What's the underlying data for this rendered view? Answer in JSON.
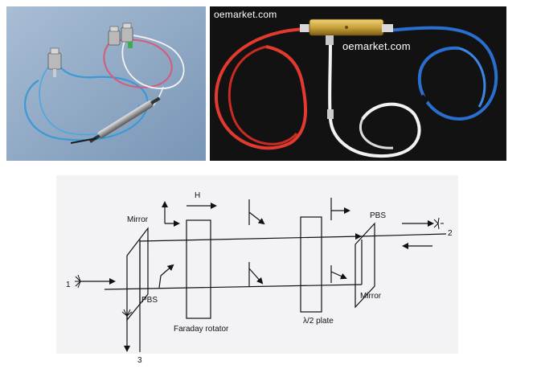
{
  "photos": {
    "left": {
      "watermark": ""
    },
    "right": {
      "watermark_top": "oemarket.com",
      "watermark_mid": "oemarket.com"
    }
  },
  "diagram": {
    "labels": {
      "mirror_left": "Mirror",
      "h": "H",
      "pbs_right": "PBS",
      "port_2": "2",
      "port_1": "1",
      "pbs_left": "PBS",
      "mirror_right": "Mirror",
      "faraday_rotator": "Faraday rotator",
      "half_wave_plate": "λ/2 plate",
      "port_3": "3"
    }
  },
  "colors": {
    "left_photo_bg": "#8da7c4",
    "right_photo_bg": "#151515",
    "fiber_blue": "#2f7fc9",
    "fiber_red": "#d8302a",
    "fiber_white": "#f1f1f1",
    "brass": "#c9a33a"
  }
}
